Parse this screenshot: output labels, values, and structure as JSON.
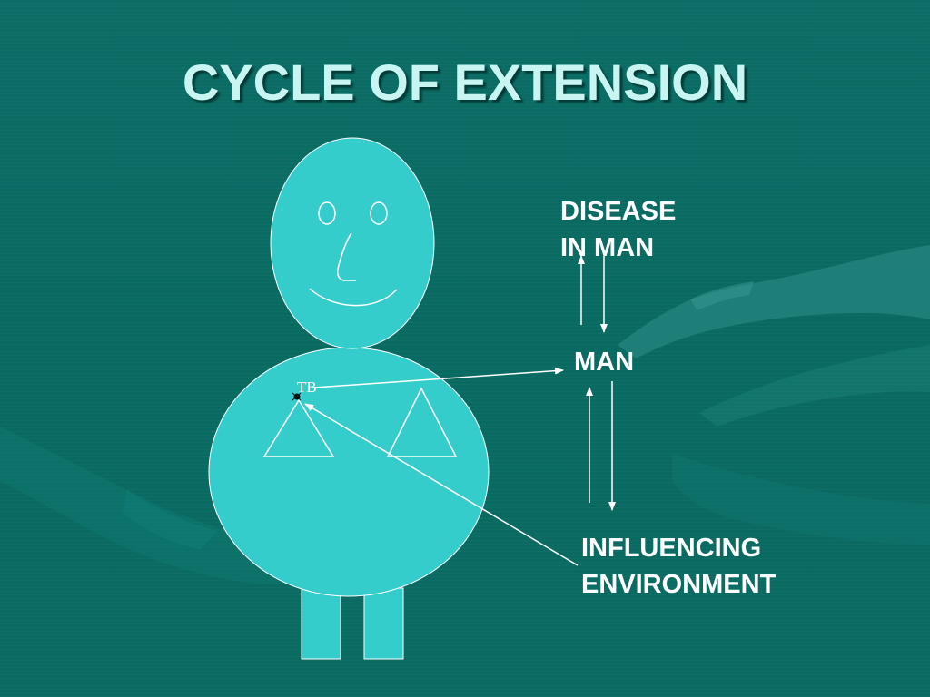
{
  "slide": {
    "title": "CYCLE OF EXTENSION"
  },
  "diagram": {
    "disease_label": {
      "line1": "DISEASE",
      "line2": "IN MAN"
    },
    "man_label": "MAN",
    "environment_label": {
      "line1": "INFLUENCING",
      "line2": "ENVIRONMENT"
    },
    "tb_label": "TB"
  },
  "colors": {
    "background": "#0a6b63",
    "figure_fill": "#35cccc",
    "title_text": "#c8f5f2",
    "label_text": "#ffffff"
  },
  "icons": {
    "germ": "bug-icon"
  }
}
